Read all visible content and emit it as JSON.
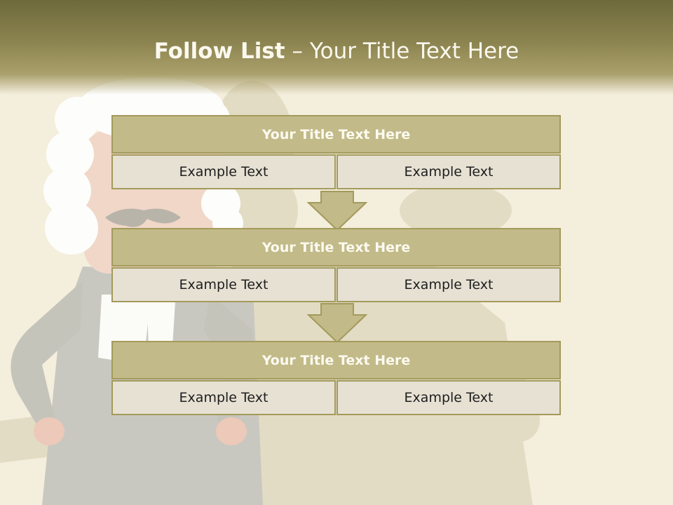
{
  "slide": {
    "title_bold": "Follow List",
    "title_rest": " – Your Title Text Here"
  },
  "blocks": [
    {
      "title": "Your Title Text Here",
      "cells": [
        "Example Text",
        "Example Text"
      ]
    },
    {
      "title": "Your Title Text Here",
      "cells": [
        "Example Text",
        "Example Text"
      ]
    },
    {
      "title": "Your Title Text Here",
      "cells": [
        "Example Text",
        "Example Text"
      ]
    }
  ],
  "colors": {
    "header": "#8c8450",
    "background": "#f4eedd",
    "block_title": "#c2ba88",
    "block_border": "#a39a5c",
    "cell": "#e6e1d3",
    "arrow": "#c2ba88"
  },
  "icons": [
    "judge-illustration",
    "down-arrow-icon"
  ]
}
